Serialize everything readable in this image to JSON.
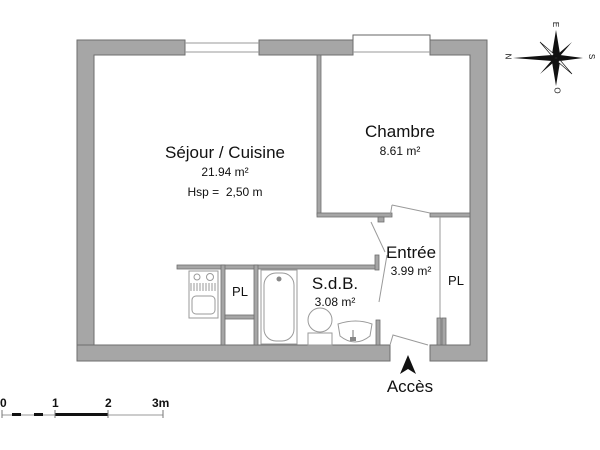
{
  "rooms": [
    {
      "id": "sejour",
      "name": "Séjour / Cuisine",
      "area": "21.94 m²",
      "height_label": "Hsp =  2,50 m"
    },
    {
      "id": "chambre",
      "name": "Chambre",
      "area": "8.61 m²"
    },
    {
      "id": "entree",
      "name": "Entrée",
      "area": "3.99 m²"
    },
    {
      "id": "sdb",
      "name": "S.d.B.",
      "area": "3.08 m²"
    },
    {
      "id": "pl-kitchen",
      "name": "PL"
    },
    {
      "id": "pl-entree",
      "name": "PL"
    }
  ],
  "access": {
    "label": "Accès"
  },
  "compass": {
    "north": "N",
    "east": "E",
    "south": "S",
    "west": "O"
  },
  "scale_bar": {
    "ticks": [
      "0",
      "1",
      "2",
      "3m"
    ]
  },
  "colors": {
    "wall": "#a6a6a6",
    "wall_stroke": "#6e6e6e",
    "text": "#111111",
    "background": "#ffffff"
  }
}
